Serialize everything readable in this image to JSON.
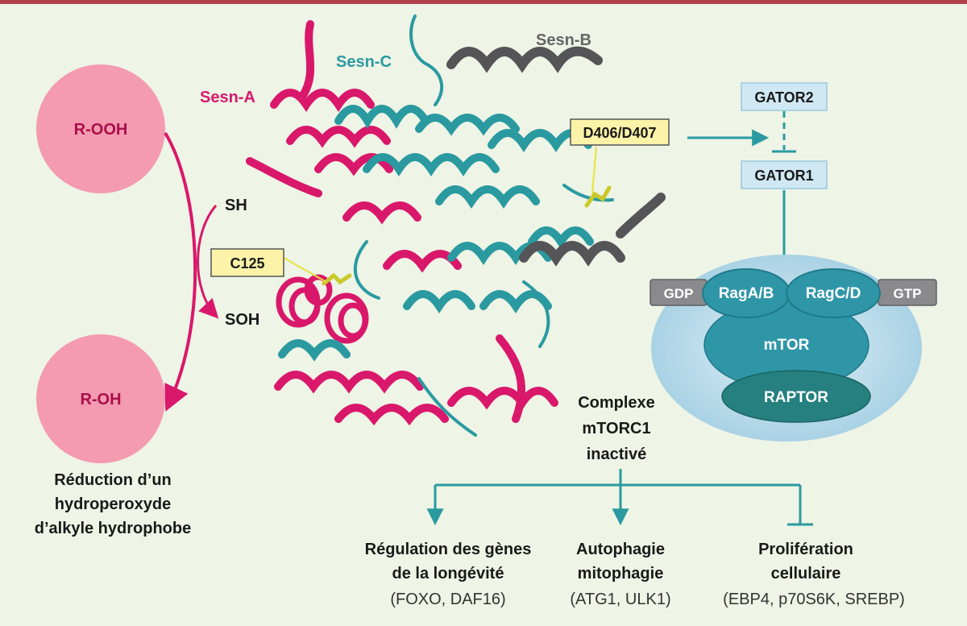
{
  "colors": {
    "background": "#eef4e6",
    "top_bar": "#b0424f",
    "magenta": "#d9186b",
    "teal": "#2a9aa0",
    "dark_grey": "#555558",
    "circle_fill": "#f49ab1",
    "gator_fill": "#cfe8f3",
    "label_box_fill": "#fdf3a8",
    "mtor_fill": "#2f96a8",
    "raptor_fill": "#25807f",
    "cell_halo": "#b6d9e9"
  },
  "protein": {
    "sesn_a": "Sesn-A",
    "sesn_b": "Sesn-B",
    "sesn_c": "Sesn-C",
    "site_c125": "C125",
    "site_d406": "D406/D407"
  },
  "reaction": {
    "r_ooh": "R-OOH",
    "r_oh": "R-OH",
    "sh": "SH",
    "soh": "SOH",
    "caption": [
      "Réduction d’un",
      "hydroperoxyde",
      "d’alkyle hydrophobe"
    ]
  },
  "pathway": {
    "gator2": "GATOR2",
    "gator1": "GATOR1",
    "gdp": "GDP",
    "gtp": "GTP",
    "raga": "RagA/B",
    "ragc": "RagC/D",
    "mtor": "mTOR",
    "raptor": "RAPTOR",
    "complex": [
      "Complexe",
      "mTORC1",
      "inactivé"
    ]
  },
  "outcomes": [
    {
      "title": [
        "Régulation des gènes",
        "de la longévité"
      ],
      "detail": "(FOXO, DAF16)"
    },
    {
      "title": [
        "Autophagie",
        "mitophagie"
      ],
      "detail": "(ATG1, ULK1)"
    },
    {
      "title": [
        "Prolifération",
        "cellulaire"
      ],
      "detail": "(EBP4, p70S6K, SREBP)"
    }
  ]
}
